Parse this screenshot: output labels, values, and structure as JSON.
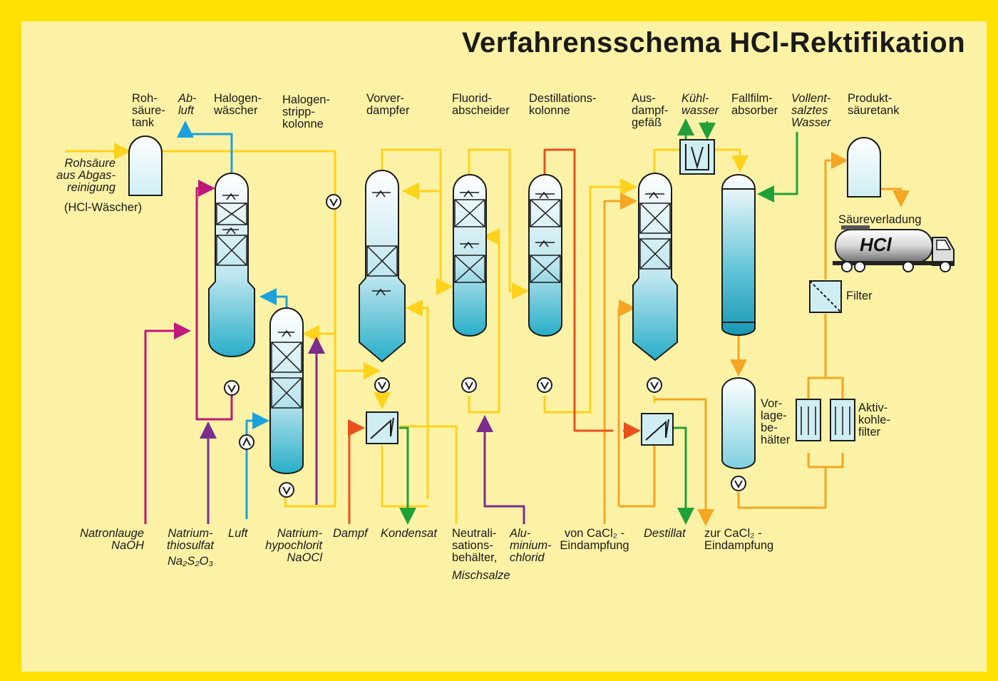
{
  "title": "Verfahrensschema HCl-Rektifikation",
  "colors": {
    "background_frame": "#FFE100",
    "panel": "#FCF2A6",
    "acid_line": "#FFD21C",
    "product_line": "#F5A623",
    "steam_line": "#E8511B",
    "cooling_line": "#21A038",
    "gas_line": "#1BA1DC",
    "chemical_line": "#C0187A",
    "additive_line": "#7B2D8E",
    "vessel_fill": "#28AEC8"
  },
  "icons": {
    "pump": "pump-icon",
    "heat_exchanger": "heat-exchanger-icon",
    "cooler": "cooler-icon",
    "filter": "filter-icon",
    "truck": "tanker-truck-icon"
  },
  "top_labels": {
    "rohsaeuretank": "Roh-\nsäure-\ntank",
    "abluft": "Ab-\nluft",
    "halogenwaescher": "Halogen-\nwäscher",
    "halogenstrippkolonne": "Halogen-\nstripp-\nkolonne",
    "vorverdampfer": "Vorver-\ndampfer",
    "fluoridabscheider": "Fluorid-\nabscheider",
    "destillationskolonne": "Destillations-\nkolonne",
    "ausdampfgefaess": "Aus-\ndampf-\ngefäß",
    "kuehlwasser": "Kühl-\nwasser",
    "fallfilmabsorber": "Fallfilm-\nabsorber",
    "vollentsalztes_wasser": "Vollent-\nsalztes\nWasser",
    "produktsaeuretank": "Produkt-\nsäuretank"
  },
  "side_labels": {
    "rohsaeure_italic": "Rohsäure\naus Abgas-\nreinigung",
    "rohsaeure_note": "(HCl-Wäscher)",
    "saeureverladung": "Säureverladung",
    "truck_text": "HCl",
    "filter": "Filter",
    "vorlagebehaelter": "Vor-\nlage-\nbe-\nhälter",
    "aktivkohlefilter": "Aktiv-\nkohle-\nfilter"
  },
  "bottom_labels": {
    "natronlauge": "Natronlauge\nNaOH",
    "natriumthiosulfat_name": "Natrium-\nthiosulfat",
    "natriumthiosulfat_formula": "Na₂S₂O₃",
    "luft": "Luft",
    "natriumhypochlorit": "Natrium-\nhypochlorit\nNaOCl",
    "dampf": "Dampf",
    "kondensat": "Kondensat",
    "neutralisation": "Neutrali-\nsations-\nbehälter,",
    "mischsalze": "Mischsalze",
    "aluminiumchlorid": "Alu-\nminium-\nchlorid",
    "von_cacl2": "von CaCl₂ -\nEindampfung",
    "destillat": "Destillat",
    "zur_cacl2": "zur CaCl₂ -\nEindampfung"
  }
}
